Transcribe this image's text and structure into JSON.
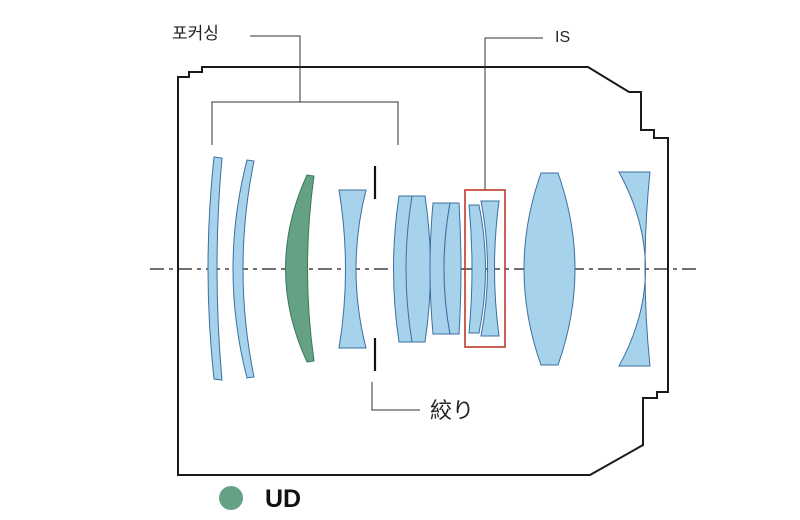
{
  "labels": {
    "focusing": "포커싱",
    "is": "IS",
    "aperture": "絞り"
  },
  "legend": {
    "ud_label": "UD"
  },
  "colors": {
    "lens_fill": "#a7d2ec",
    "lens_stroke": "#3c6fa0",
    "ud_fill": "#65a285",
    "ud_stroke": "#3b7a58",
    "body_outline": "#1a1a1a",
    "is_box": "#c0392b"
  }
}
